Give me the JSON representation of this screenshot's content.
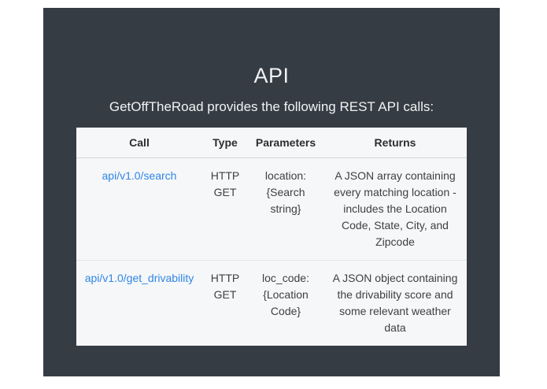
{
  "slide": {
    "title": "API",
    "subtitle": "GetOffTheRoad provides the following REST API calls:",
    "table": {
      "columns": [
        "Call",
        "Type",
        "Parameters",
        "Returns"
      ],
      "rows": [
        {
          "call": "api/v1.0/search",
          "type": "HTTP GET",
          "parameters": "location: {Search string}",
          "returns": "A JSON array containing every matching location - includes the Location Code, State, City, and Zipcode"
        },
        {
          "call": "api/v1.0/get_drivability",
          "type": "HTTP GET",
          "parameters": "loc_code: {Location Code}",
          "returns": "A JSON object containing the drivability score and some relevant weather data"
        }
      ]
    },
    "colors": {
      "page_bg": "#ffffff",
      "slide_bg": "#363c44",
      "table_bg": "#f6f7f8",
      "link": "#2f86e8",
      "header_text": "#2b2d30",
      "body_text": "#3d4043",
      "title_text": "#f1f2f3",
      "header_border": "#d4d7da",
      "row_border": "#e2e4e7"
    }
  }
}
